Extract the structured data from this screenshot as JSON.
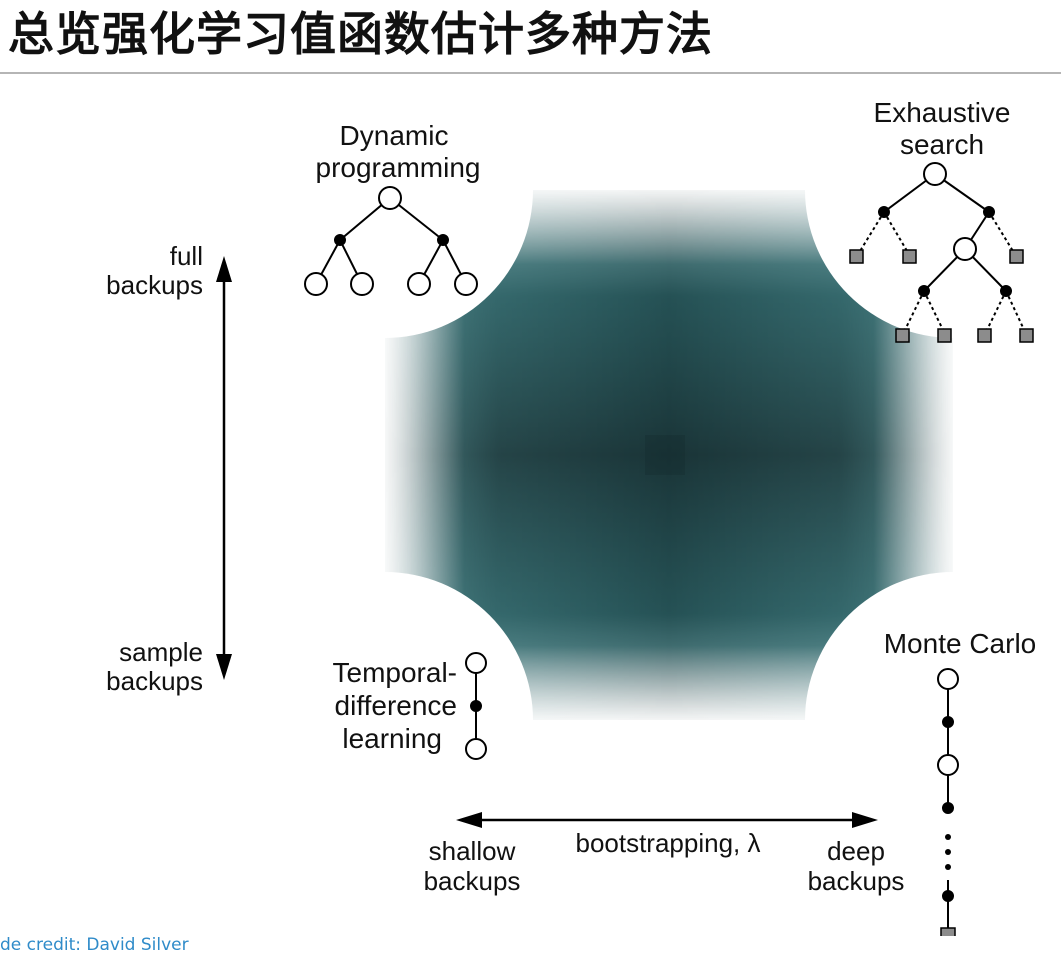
{
  "title": "总览强化学习值函数估计多种方法",
  "labels": {
    "dynamic_programming": [
      "Dynamic",
      "programming"
    ],
    "exhaustive_search": [
      "Exhaustive",
      "search"
    ],
    "temporal_difference": [
      "Temporal-",
      "difference",
      "learning"
    ],
    "monte_carlo": "Monte Carlo",
    "full_backups": [
      "full",
      "backups"
    ],
    "sample_backups": [
      "sample",
      "backups"
    ],
    "shallow_backups": [
      "shallow",
      "backups"
    ],
    "deep_backups": [
      "deep",
      "backups"
    ],
    "bootstrapping": "bootstrapping, λ"
  },
  "credit": "de credit: David Silver",
  "colors": {
    "teal_dark": "#1a3437",
    "teal_mid": "#2f6a6e",
    "node_gray": "#8c8c8c"
  }
}
